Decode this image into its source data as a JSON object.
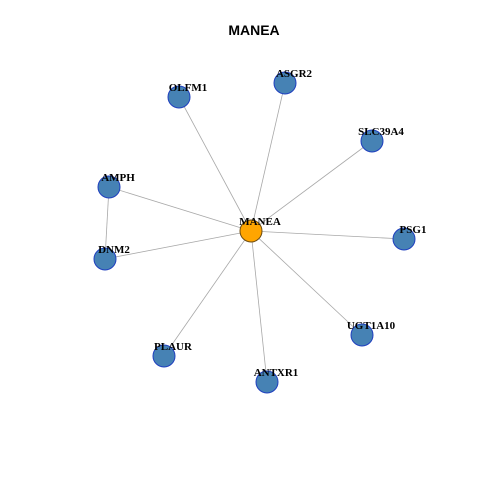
{
  "title": "MANEA",
  "colors": {
    "hub_fill": "#ffa500",
    "hub_stroke": "#6b4a10",
    "node_fill": "#4682b4",
    "node_stroke": "#1f3fbf",
    "edge": "#a8a8a8"
  },
  "nodes": [
    {
      "id": "MANEA",
      "label": "MANEA",
      "hub": true
    },
    {
      "id": "OLFM1",
      "label": "OLFM1",
      "hub": false
    },
    {
      "id": "ASGR2",
      "label": "ASGR2",
      "hub": false
    },
    {
      "id": "SLC39A4",
      "label": "SLC39A4",
      "hub": false
    },
    {
      "id": "AMPH",
      "label": "AMPH",
      "hub": false
    },
    {
      "id": "DNM2",
      "label": "DNM2",
      "hub": false
    },
    {
      "id": "PSG1",
      "label": "PSG1",
      "hub": false
    },
    {
      "id": "UGT1A10",
      "label": "UGT1A10",
      "hub": false
    },
    {
      "id": "PLAUR",
      "label": "PLAUR",
      "hub": false
    },
    {
      "id": "ANTXR1",
      "label": "ANTXR1",
      "hub": false
    }
  ],
  "edges": [
    [
      "MANEA",
      "OLFM1"
    ],
    [
      "MANEA",
      "ASGR2"
    ],
    [
      "MANEA",
      "SLC39A4"
    ],
    [
      "MANEA",
      "AMPH"
    ],
    [
      "MANEA",
      "DNM2"
    ],
    [
      "MANEA",
      "PSG1"
    ],
    [
      "MANEA",
      "UGT1A10"
    ],
    [
      "MANEA",
      "PLAUR"
    ],
    [
      "MANEA",
      "ANTXR1"
    ],
    [
      "AMPH",
      "DNM2"
    ]
  ]
}
